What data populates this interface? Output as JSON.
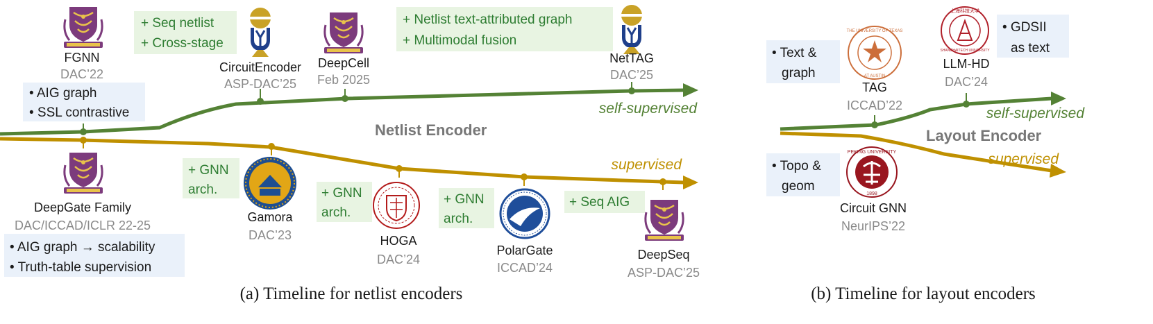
{
  "colors": {
    "self_supervised": "#548235",
    "supervised": "#BF9000",
    "text": "#1a1a1a",
    "venue": "#8a8a8a",
    "blue_box": "#EAF1FA",
    "green_box": "#E8F4E2",
    "green_text": "#2E7D32",
    "cuhk_logo": "#7C3B7C",
    "ucsb_logo": "#E2A616",
    "cornell_logo": "#B31B1B",
    "bupt_logo": "#1F4E9A",
    "ut_logo": "#CC6E3A",
    "sjtu_logo": "#B0202A",
    "pku_logo": "#99161F",
    "hkust_logo": "#1F3F8A"
  },
  "netlist": {
    "title": "Netlist Encoder",
    "self_label": "self-supervised",
    "sup_label": "supervised",
    "caption": "(a) Timeline for netlist encoders",
    "self_items": [
      {
        "name": "FGNN",
        "venue": "DAC’22",
        "logo": "cuhk-crest-icon"
      },
      {
        "name": "CircuitEncoder",
        "venue": "ASP-DAC’25",
        "logo": "hkust-logo-icon"
      },
      {
        "name": "DeepCell",
        "venue": "Feb 2025",
        "logo": "cuhk-crest-icon"
      },
      {
        "name": "NetTAG",
        "venue": "DAC’25",
        "logo": "hkust-logo-icon"
      }
    ],
    "sup_items": [
      {
        "name": "DeepGate Family",
        "venue": "DAC/ICCAD/ICLR 22-25",
        "logo": "cuhk-crest-icon"
      },
      {
        "name": "Gamora",
        "venue": "DAC’23",
        "logo": "ucsb-seal-icon"
      },
      {
        "name": "HOGA",
        "venue": "DAC’24",
        "logo": "cornell-seal-icon"
      },
      {
        "name": "PolarGate",
        "venue": "ICCAD’24",
        "logo": "bupt-seal-icon"
      },
      {
        "name": "DeepSeq",
        "venue": "ASP-DAC’25",
        "logo": "cuhk-crest-icon"
      }
    ],
    "notes": {
      "fgnn": [
        "• AIG graph",
        "• SSL contrastive"
      ],
      "circuitencoder": [
        "+ Seq netlist",
        "+ Cross-stage"
      ],
      "nettag": [
        "+ Netlist text-attributed graph",
        "+ Multimodal fusion"
      ],
      "deepgate": [
        "• AIG graph → scalability",
        "• Truth-table supervision"
      ],
      "gamora": [
        "+ GNN",
        "arch."
      ],
      "hoga": [
        "+ GNN",
        "arch."
      ],
      "polargate": [
        "+ GNN",
        "arch."
      ],
      "deepseq": [
        "+ Seq AIG"
      ]
    }
  },
  "layout": {
    "title": "Layout Encoder",
    "self_label": "self-supervised",
    "sup_label": "supervised",
    "caption": "(b) Timeline for layout encoders",
    "self_items": [
      {
        "name": "TAG",
        "venue": "ICCAD’22",
        "logo": "ut-austin-seal-icon"
      },
      {
        "name": "LLM-HD",
        "venue": "DAC’24",
        "logo": "shanghaitech-seal-icon"
      }
    ],
    "sup_items": [
      {
        "name": "Circuit GNN",
        "venue": "NeurIPS’22",
        "logo": "pku-seal-icon"
      }
    ],
    "notes": {
      "tag": [
        "• Text &",
        "graph"
      ],
      "llmhd": [
        "• GDSII",
        "as text"
      ],
      "circuitgnn": [
        "• Topo &",
        "geom"
      ]
    },
    "seal_text": {
      "ut": [
        "THE UNIVERSITY OF TEXAS",
        "AT AUSTIN"
      ],
      "shanghaitech": [
        "上海科技大学",
        "SHANGHAITECH UNIVERSITY"
      ],
      "pku": [
        "PEKING UNIVERSITY",
        "1898"
      ]
    }
  }
}
